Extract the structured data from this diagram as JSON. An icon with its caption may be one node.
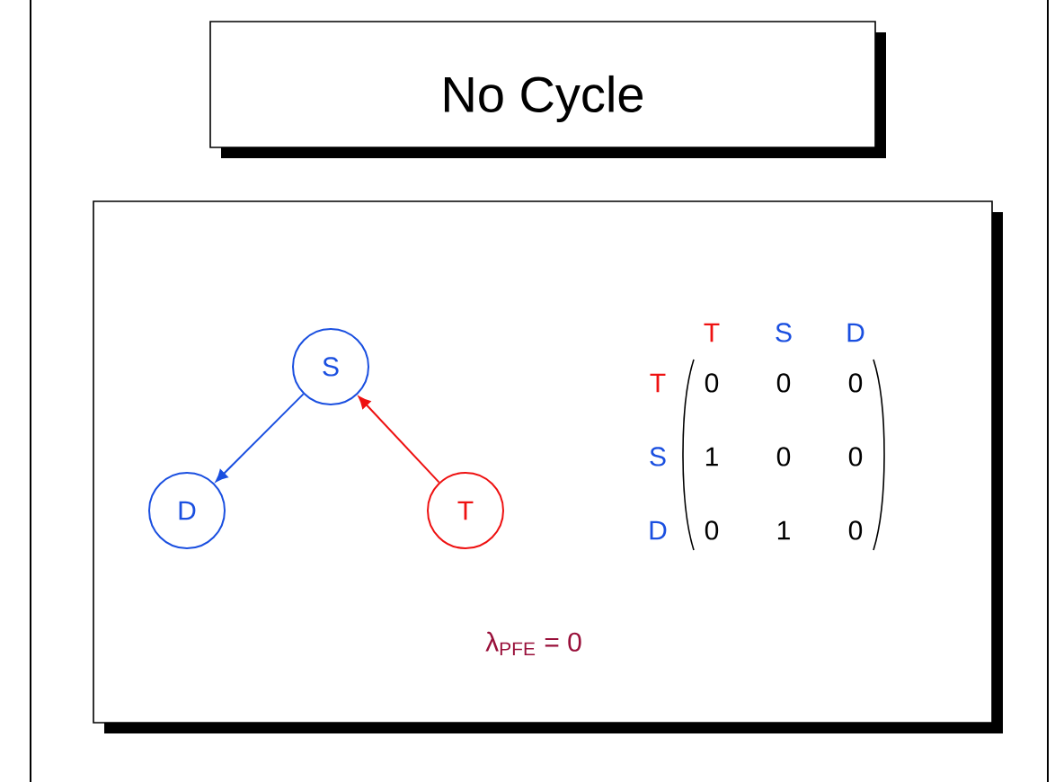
{
  "diagram": {
    "title": "No Cycle",
    "nodes": [
      {
        "text": [
          "S"
        ]
      },
      {
        "text": [
          "D"
        ]
      },
      {
        "text": [
          "T"
        ]
      }
    ],
    "edges": [
      {
        "from": 0,
        "to": 1,
        "arrow": "to",
        "color": "#1a4fe0"
      },
      {
        "from": 2,
        "to": 0,
        "arrow": "to",
        "color": "#ee1111"
      }
    ],
    "labels": [
      "T",
      "S",
      "D",
      "T",
      "0",
      "0",
      "0",
      "S",
      "1",
      "0",
      "0",
      "D",
      "0",
      "1",
      "0",
      "λ$_{PFE}$ = 0"
    ]
  }
}
